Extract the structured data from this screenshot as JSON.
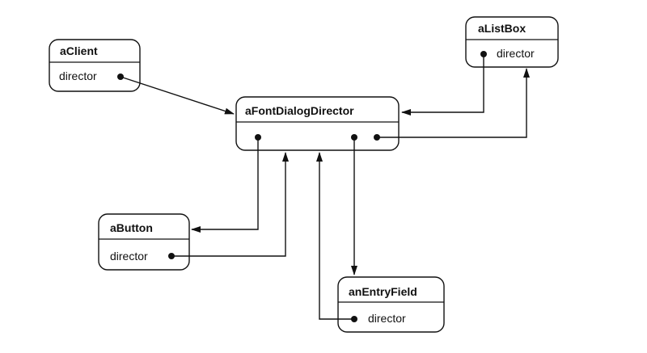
{
  "objects": {
    "client": {
      "title": "aClient",
      "attribute": "director"
    },
    "list_box": {
      "title": "aListBox",
      "attribute": "director"
    },
    "director": {
      "title": "aFontDialogDirector"
    },
    "button": {
      "title": "aButton",
      "attribute": "director"
    },
    "entry_field": {
      "title": "anEntryField",
      "attribute": "director"
    }
  },
  "colors": {
    "ink": "#111111",
    "background": "#ffffff"
  }
}
